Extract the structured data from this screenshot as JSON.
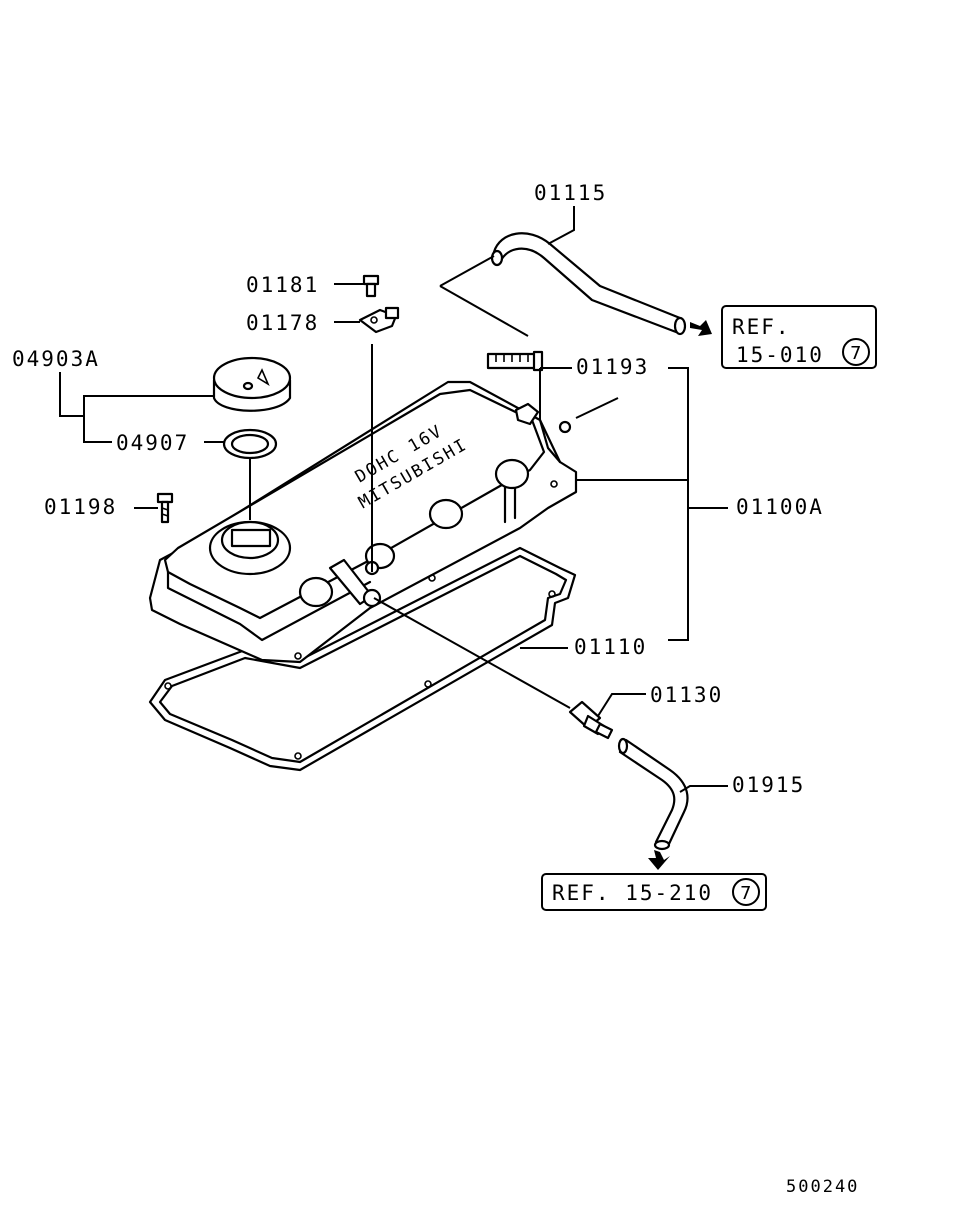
{
  "labels": {
    "p01115": "01115",
    "p01181": "01181",
    "p01178": "01178",
    "p04903A": "04903A",
    "p04907": "04907",
    "p01198": "01198",
    "p01193": "01193",
    "p01100A": "01100A",
    "p01110": "01110",
    "p01130": "01130",
    "p01915": "01915"
  },
  "refs": {
    "ref1_line1": "REF.",
    "ref1_line2": "15-010",
    "ref1_circle": "7",
    "ref2_line1": "REF. 15-210",
    "ref2_circle": "7"
  },
  "diagram_code": "500240"
}
